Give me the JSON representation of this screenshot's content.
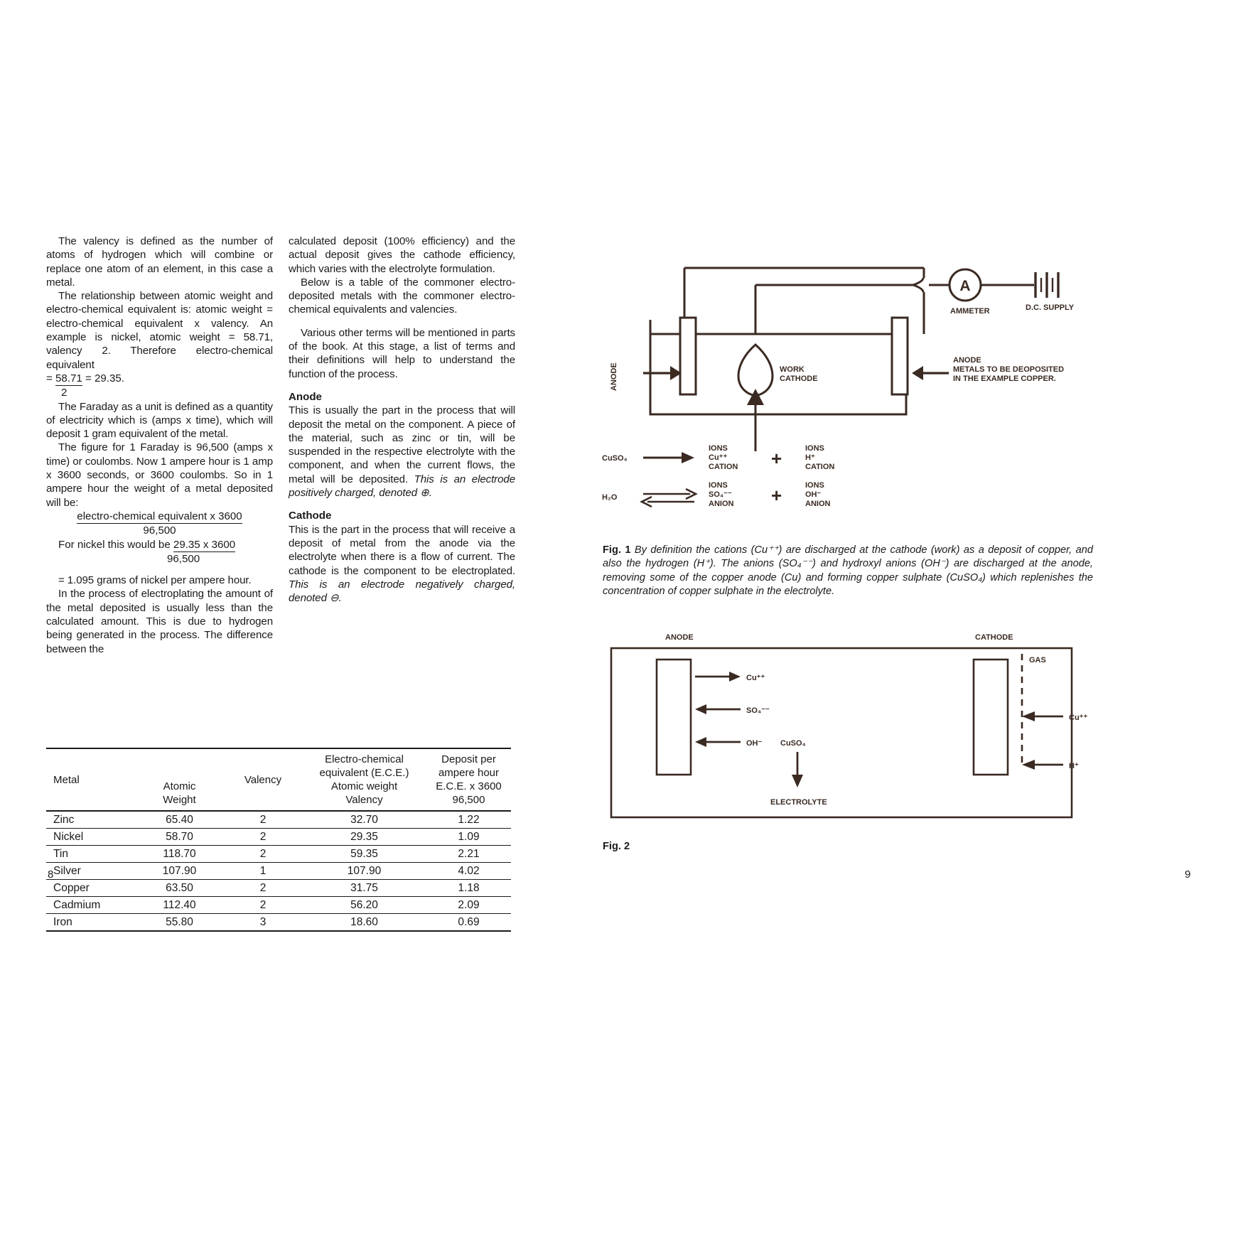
{
  "left_page": {
    "folio": "8",
    "col1": {
      "p1": "The valency is defined as the number of atoms of hydrogen which will combine or replace one atom of an element, in this case a metal.",
      "p2": "The relationship between atomic weight and electro-chemical equivalent is: atomic weight = electro-chemical equivalent x valency. An example is nickel, atomic weight = 58.71, valency 2. Therefore electro-chemical equivalent",
      "eq1_lead": "= ",
      "eq1_num": "58.71",
      "eq1_den": "2",
      "eq1_tail": " = 29.35.",
      "p3": "The Faraday as a unit is defined as a quantity of electricity which is (amps x time), which will deposit 1 gram equivalent of the metal.",
      "p4": "The figure for 1 Faraday is 96,500 (amps x time) or coulombs. Now 1 ampere hour is 1 amp x 3600 seconds, or 3600 coulombs. So in 1 ampere hour the weight of a metal deposited will be:",
      "eq2_num": "electro-chemical equivalent x 3600",
      "eq2_den": "96,500",
      "p5_lead": "For nickel this would be ",
      "eq3_num": "29.35 x 3600",
      "eq3_den": "96,500",
      "p6": "= 1.095 grams of nickel per ampere hour.",
      "p7": "In the process of electroplating the amount of the metal deposited is usually less than the calculated amount. This is due to hydrogen being generated in the process. The difference between the"
    },
    "col2": {
      "p1": "calculated deposit (100% efficiency) and the actual deposit gives the cathode efficiency, which varies with the electrolyte formulation.",
      "p2": "Below is a table of the commoner electro-deposited metals with the commoner electro-chemical equivalents and valencies.",
      "p3": "Various other terms will be mentioned in parts of the book. At this stage, a list of terms and their definitions will help to understand the function of the process.",
      "h1": "Anode",
      "p4a": "This is usually the part in the process that will deposit the metal on the component. A piece of the material, such as zinc or tin, will be suspended in the respective electrolyte with the component, and when the current flows, the metal will be deposited. ",
      "p4b": "This is an electrode positively charged, denoted ⊕.",
      "h2": "Cathode",
      "p5a": "This is the part in the process that will receive a deposit of metal from the anode via the electrolyte when there is a flow of current. The cathode is the component to be electroplated. ",
      "p5b": "This is an electrode negatively charged, denoted ⊖."
    },
    "table": {
      "headers": {
        "metal": "Metal",
        "atomic_weight": [
          "Atomic",
          "Weight"
        ],
        "valency": "Valency",
        "ece": [
          "Electro-chemical",
          "equivalent (E.C.E.)",
          "Atomic weight",
          "Valency"
        ],
        "deposit": [
          "Deposit per",
          "ampere hour",
          "E.C.E. x 3600",
          "96,500"
        ]
      },
      "rows": [
        {
          "metal": "Zinc",
          "atomic_weight": "65.40",
          "valency": "2",
          "ece": "32.70",
          "deposit": "1.22"
        },
        {
          "metal": "Nickel",
          "atomic_weight": "58.70",
          "valency": "2",
          "ece": "29.35",
          "deposit": "1.09"
        },
        {
          "metal": "Tin",
          "atomic_weight": "118.70",
          "valency": "2",
          "ece": "59.35",
          "deposit": "2.21"
        },
        {
          "metal": "Silver",
          "atomic_weight": "107.90",
          "valency": "1",
          "ece": "107.90",
          "deposit": "4.02"
        },
        {
          "metal": "Copper",
          "atomic_weight": "63.50",
          "valency": "2",
          "ece": "31.75",
          "deposit": "1.18"
        },
        {
          "metal": "Cadmium",
          "atomic_weight": "112.40",
          "valency": "2",
          "ece": "56.20",
          "deposit": "2.09"
        },
        {
          "metal": "Iron",
          "atomic_weight": "55.80",
          "valency": "3",
          "ece": "18.60",
          "deposit": "0.69"
        }
      ]
    }
  },
  "right_page": {
    "folio": "9",
    "fig1": {
      "labels": {
        "anode_left": "ANODE",
        "work_cathode_1": "WORK",
        "work_cathode_2": "CATHODE",
        "anode_right_1": "ANODE",
        "anode_right_2": "METALS TO BE DEOPOSITED",
        "anode_right_3": "IN THE EXAMPLE COPPER.",
        "ammeter_symbol": "A",
        "ammeter": "AMMETER",
        "dc_supply": "D.C. SUPPLY"
      },
      "reactions": {
        "cuso4": "CuSO₄",
        "h2o": "H₂O",
        "plus": "+",
        "ion_groups": [
          {
            "l1": "IONS",
            "l2": "Cu⁺⁺",
            "l3": "CATION"
          },
          {
            "l1": "IONS",
            "l2": "H⁺",
            "l3": "CATION"
          },
          {
            "l1": "IONS",
            "l2": "SO₄⁻⁻",
            "l3": "ANION"
          },
          {
            "l1": "IONS",
            "l2": "OH⁻",
            "l3": "ANION"
          }
        ]
      },
      "caption_bold": "Fig. 1",
      "caption": " By definition the cations (Cu⁺⁺) are discharged at the cathode (work) as a deposit of copper, and also the hydrogen (H⁺). The anions (SO₄⁻⁻) and hydroxyl anions (OH⁻) are discharged at the anode, removing some of the copper anode (Cu) and forming copper sulphate (CuSO₄) which replenishes the concentration of copper sulphate in the electrolyte."
    },
    "fig2": {
      "labels": {
        "anode": "ANODE",
        "cathode": "CATHODE",
        "gas": "GAS",
        "cu_left": "Cu⁺⁺",
        "so4": "SO₄⁻⁻",
        "oh": "OH⁻",
        "cuso4": "CuSO₄",
        "electrolyte": "ELECTROLYTE",
        "cu_right": "Cu⁺⁺",
        "h_right": "H⁺"
      },
      "caption": "Fig. 2"
    }
  },
  "colors": {
    "ink": "#1a1a1a",
    "diagram_ink": "#3a2a22",
    "paper": "#ffffff"
  }
}
